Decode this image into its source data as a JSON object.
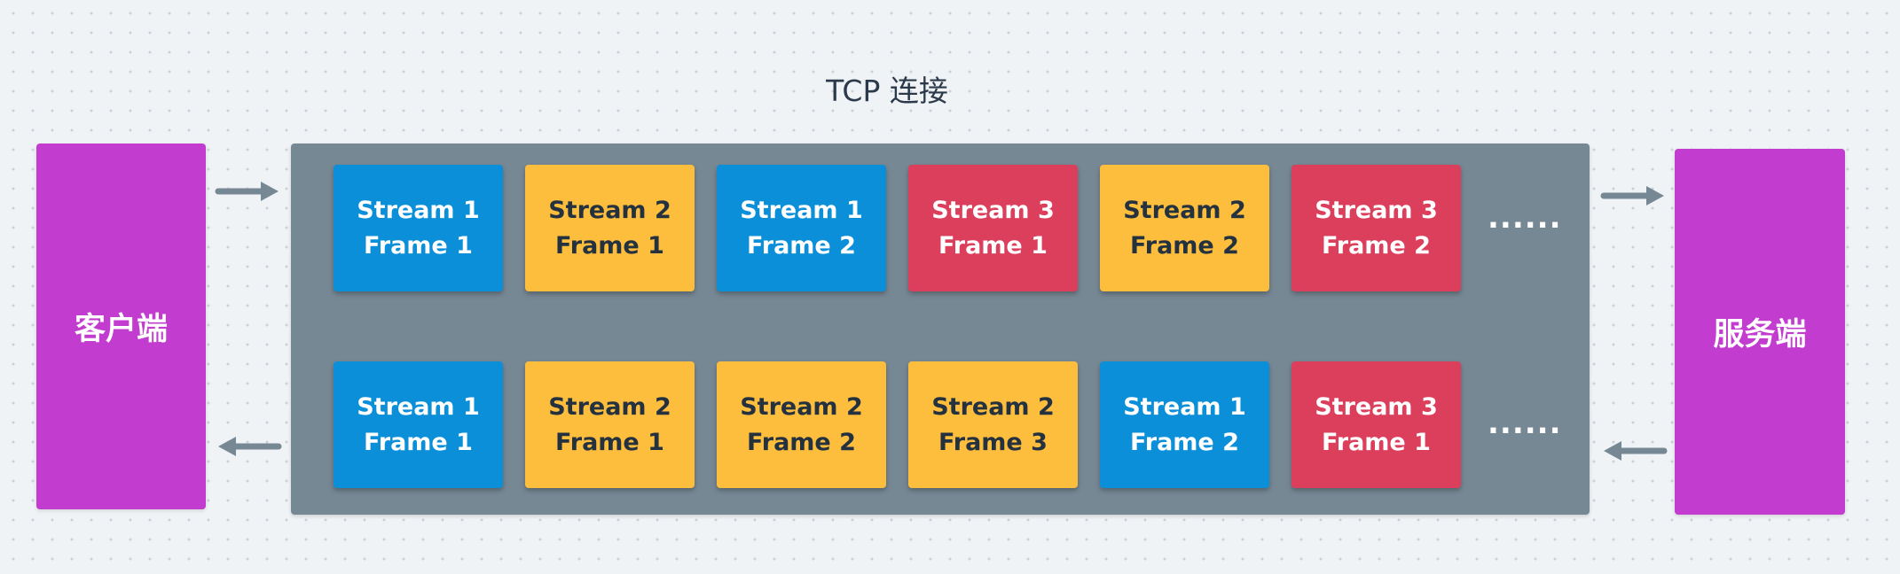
{
  "title": "TCP 连接",
  "client": {
    "label": "客户端"
  },
  "server": {
    "label": "服务端"
  },
  "colors": {
    "endpoint": "#c13ccf",
    "connection": "#778895",
    "stream1": "#0a8fd8",
    "stream2": "#fdbe3e",
    "stream3": "#dc3f5c",
    "arrow": "#778895"
  },
  "rows": [
    {
      "direction": "client-to-server",
      "frames": [
        {
          "stream_label": "Stream 1",
          "frame_label": "Frame 1",
          "stream": 1
        },
        {
          "stream_label": "Stream 2",
          "frame_label": "Frame 1",
          "stream": 2
        },
        {
          "stream_label": "Stream 1",
          "frame_label": "Frame 2",
          "stream": 1
        },
        {
          "stream_label": "Stream 3",
          "frame_label": "Frame 1",
          "stream": 3
        },
        {
          "stream_label": "Stream 2",
          "frame_label": "Frame 2",
          "stream": 2
        },
        {
          "stream_label": "Stream 3",
          "frame_label": "Frame 2",
          "stream": 3
        }
      ],
      "ellipsis": "......"
    },
    {
      "direction": "server-to-client",
      "frames": [
        {
          "stream_label": "Stream 1",
          "frame_label": "Frame 1",
          "stream": 1
        },
        {
          "stream_label": "Stream 2",
          "frame_label": "Frame 1",
          "stream": 2
        },
        {
          "stream_label": "Stream 2",
          "frame_label": "Frame 2",
          "stream": 2
        },
        {
          "stream_label": "Stream 2",
          "frame_label": "Frame 3",
          "stream": 2
        },
        {
          "stream_label": "Stream 1",
          "frame_label": "Frame 2",
          "stream": 1
        },
        {
          "stream_label": "Stream 3",
          "frame_label": "Frame 1",
          "stream": 3
        }
      ],
      "ellipsis": "......"
    }
  ]
}
